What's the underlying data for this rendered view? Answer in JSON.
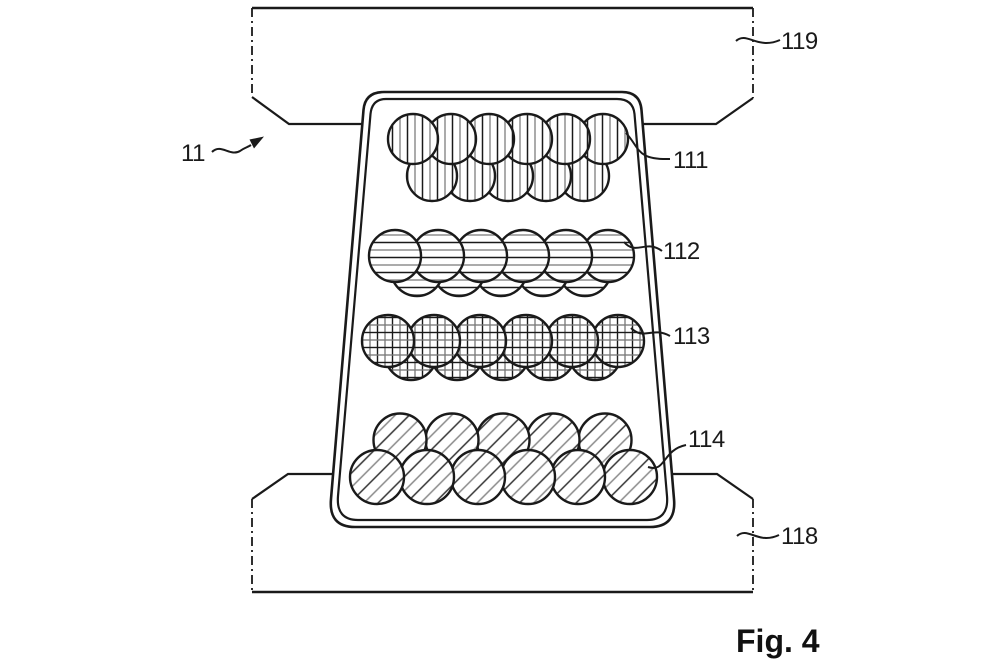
{
  "caption": "Fig. 4",
  "labels": {
    "ref_11": "11",
    "ref_111": "111",
    "ref_112": "112",
    "ref_113": "113",
    "ref_114": "114",
    "ref_118": "118",
    "ref_119": "119"
  },
  "colors": {
    "ink": "#1a1a1a",
    "hatch_gray": "#8f8f8f",
    "background": "#ffffff"
  }
}
